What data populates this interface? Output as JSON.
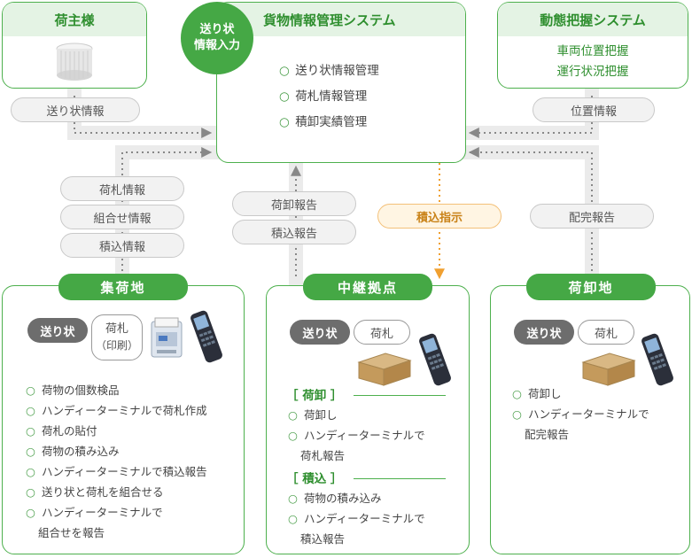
{
  "shipper": {
    "title": "荷主様",
    "flow_label": "送り状情報"
  },
  "system": {
    "title": "貨物情報管理システム",
    "bubble_lines": [
      "送り状",
      "情報入力"
    ],
    "items": [
      "送り状情報管理",
      "荷札情報管理",
      "積卸実績管理"
    ]
  },
  "dynamic": {
    "title": "動態把握システム",
    "lines": [
      "車両位置把握",
      "運行状況把握"
    ],
    "flow_label": "位置情報"
  },
  "flows_left": [
    "荷札情報",
    "組合せ情報",
    "積込情報"
  ],
  "flows_mid": [
    "荷卸報告",
    "積込報告"
  ],
  "flow_instruction": "積込指示",
  "flow_right": "配完報告",
  "collect": {
    "title": "集荷地",
    "tag": "送り状",
    "tag2_lines": [
      "荷札",
      "（印刷）"
    ],
    "items": [
      "荷物の個数検品",
      "ハンディーターミナルで荷札作成",
      "荷札の貼付",
      "荷物の積み込み",
      "ハンディーターミナルで積込報告",
      "送り状と荷札を組合せる",
      "ハンディーターミナルで"
    ],
    "cont": "組合せを報告"
  },
  "relay": {
    "title": "中継拠点",
    "tag": "送り状",
    "tag2": "荷札",
    "unload_title": "［ 荷卸 ］",
    "unload_items": [
      "荷卸し",
      "ハンディーターミナルで"
    ],
    "unload_cont": "荷札報告",
    "load_title": "［ 積込 ］",
    "load_items": [
      "荷物の積み込み",
      "ハンディーターミナルで"
    ],
    "load_cont": "積込報告"
  },
  "delivery": {
    "title": "荷卸地",
    "tag": "送り状",
    "tag2": "荷札",
    "items": [
      "荷卸し",
      "ハンディーターミナルで"
    ],
    "cont": "配完報告"
  },
  "bullet": "○",
  "colors": {
    "green": "#45a845",
    "green_light": "#e4f3e4",
    "orange": "#f0a030",
    "gray_flow": "#ebebeb"
  }
}
